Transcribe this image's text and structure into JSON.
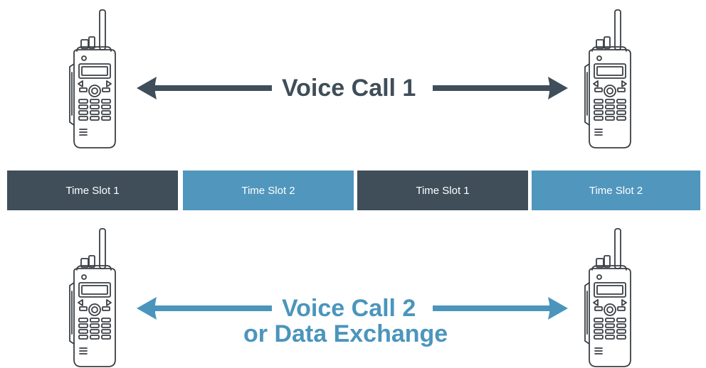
{
  "calls": [
    {
      "label_lines": [
        "Voice Call 1"
      ],
      "color": "#3f4e59"
    },
    {
      "label_lines": [
        "Voice Call 2",
        "or Data Exchange"
      ],
      "color": "#4b95bd"
    }
  ],
  "time_slots": [
    {
      "label": "Time Slot 1",
      "color": "#3f4e59"
    },
    {
      "label": "Time Slot 2",
      "color": "#5096bd"
    },
    {
      "label": "Time Slot 1",
      "color": "#3f4e59"
    },
    {
      "label": "Time Slot 2",
      "color": "#5096bd"
    }
  ],
  "icons": [
    "radio-icon",
    "double-arrow-icon"
  ]
}
